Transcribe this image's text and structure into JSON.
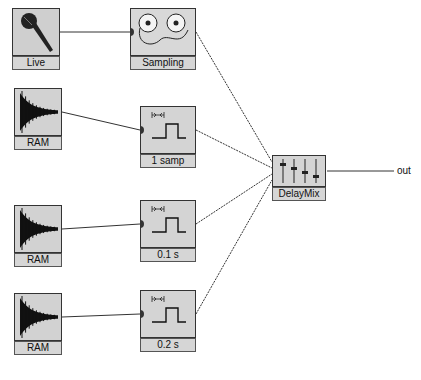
{
  "diagram": {
    "nodes": [
      {
        "text": [
          "Live"
        ]
      },
      {
        "text": [
          "Sampling"
        ]
      },
      {
        "text": [
          "RAM"
        ]
      },
      {
        "text": [
          "1 samp"
        ]
      },
      {
        "text": [
          "RAM"
        ]
      },
      {
        "text": [
          "0.1 s"
        ]
      },
      {
        "text": [
          "RAM"
        ]
      },
      {
        "text": [
          "0.2 s"
        ]
      },
      {
        "text": [
          "DelayMix"
        ]
      }
    ],
    "edges": [
      {
        "from": 0,
        "to": 1,
        "arrow": "none"
      },
      {
        "from": 2,
        "to": 3,
        "arrow": "none"
      },
      {
        "from": 4,
        "to": 5,
        "arrow": "none"
      },
      {
        "from": 6,
        "to": 7,
        "arrow": "none"
      },
      {
        "from": 1,
        "to": 8,
        "arrow": "none"
      },
      {
        "from": 3,
        "to": 8,
        "arrow": "none"
      },
      {
        "from": 5,
        "to": 8,
        "arrow": "none"
      },
      {
        "from": 7,
        "to": 8,
        "arrow": "none"
      }
    ],
    "labels": [
      "out"
    ]
  }
}
